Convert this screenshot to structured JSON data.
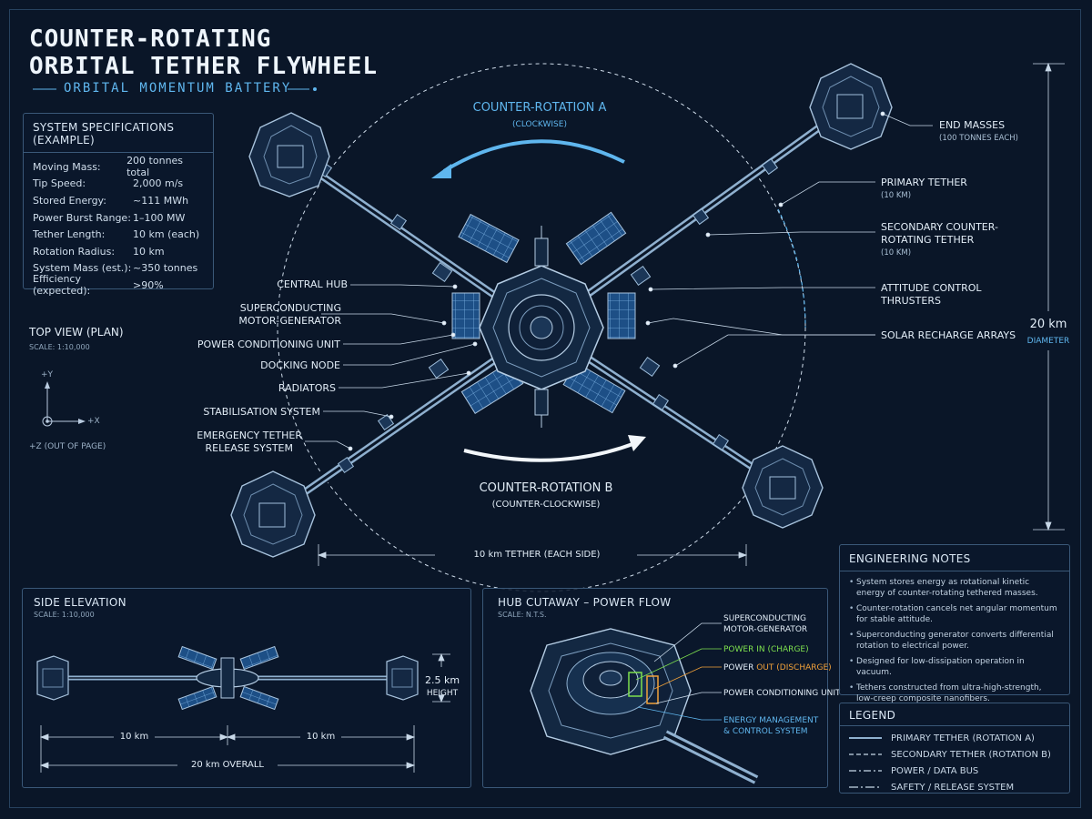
{
  "header": {
    "title_line1": "COUNTER-ROTATING",
    "title_line2": "ORBITAL TETHER FLYWHEEL",
    "subtitle": "ORBITAL MOMENTUM BATTERY"
  },
  "specs": {
    "title": "SYSTEM SPECIFICATIONS (EXAMPLE)",
    "rows": [
      {
        "label": "Moving Mass:",
        "value": "200 tonnes total"
      },
      {
        "label": "Tip Speed:",
        "value": "2,000 m/s"
      },
      {
        "label": "Stored Energy:",
        "value": "~111 MWh"
      },
      {
        "label": "Power Burst Range:",
        "value": "1–100 MW"
      },
      {
        "label": "Tether Length:",
        "value": "10 km (each)"
      },
      {
        "label": "Rotation Radius:",
        "value": "10 km"
      },
      {
        "label": "System Mass (est.):",
        "value": "~350 tonnes"
      },
      {
        "label": "Efficiency (expected):",
        "value": ">90%"
      }
    ]
  },
  "top_view": {
    "title": "TOP VIEW (PLAN)",
    "scale": "SCALE: 1:10,000",
    "axis_y": "+Y",
    "axis_x": "+X",
    "axis_z": "+Z (OUT OF PAGE)"
  },
  "rotation_a": {
    "title": "COUNTER-ROTATION A",
    "sub": "(CLOCKWISE)"
  },
  "rotation_b": {
    "title": "COUNTER-ROTATION B",
    "sub": "(COUNTER-CLOCKWISE)"
  },
  "left_labels": [
    "CENTRAL HUB",
    "SUPERCONDUCTING",
    "MOTOR-GENERATOR",
    "POWER CONDITIONING UNIT",
    "DOCKING NODE",
    "RADIATORS",
    "STABILISATION SYSTEM",
    "EMERGENCY TETHER",
    "RELEASE SYSTEM"
  ],
  "right_labels": {
    "end_masses": "END MASSES",
    "end_masses_sub": "(100 TONNES EACH)",
    "primary_tether": "PRIMARY TETHER",
    "primary_tether_sub": "(10 KM)",
    "secondary_line1": "SECONDARY COUNTER-",
    "secondary_line2": "ROTATING TETHER",
    "secondary_sub": "(10 KM)",
    "attitude_line1": "ATTITUDE CONTROL",
    "attitude_line2": "THRUSTERS",
    "solar": "SOLAR RECHARGE ARRAYS"
  },
  "dimensions": {
    "tether_each": "10 km TETHER (EACH SIDE)",
    "diameter_value": "20 km",
    "diameter_label": "DIAMETER"
  },
  "side_elevation": {
    "title": "SIDE ELEVATION",
    "scale": "SCALE: 1:10,000",
    "left_span": "10 km",
    "right_span": "10 km",
    "overall": "20 km OVERALL",
    "height_value": "2.5 km",
    "height_label": "HEIGHT"
  },
  "hub_cutaway": {
    "title": "HUB CUTAWAY – POWER FLOW",
    "scale": "SCALE: N.T.S.",
    "motor_line1": "SUPERCONDUCTING",
    "motor_line2": "MOTOR-GENERATOR",
    "power_in_a": "POWER ",
    "power_in_b": "IN (CHARGE)",
    "power_out_a": "POWER ",
    "power_out_b": "OUT (DISCHARGE)",
    "pcu": "POWER CONDITIONING UNIT",
    "ems_line1": "ENERGY MANAGEMENT",
    "ems_line2": "& CONTROL SYSTEM"
  },
  "engineering_notes": {
    "title": "ENGINEERING NOTES",
    "items": [
      "System stores energy as rotational kinetic energy of counter-rotating tethered masses.",
      "Counter-rotation cancels net angular momentum for stable attitude.",
      "Superconducting generator converts differential rotation to electrical power.",
      "Designed for low-dissipation operation in vacuum.",
      "Tethers constructed from ultra-high-strength, low-creep composite nanofibers."
    ]
  },
  "legend": {
    "title": "LEGEND",
    "items": [
      {
        "label": "PRIMARY TETHER (ROTATION A)",
        "style": "solid"
      },
      {
        "label": "SECONDARY TETHER (ROTATION B)",
        "style": "dashed"
      },
      {
        "label": "POWER / DATA BUS",
        "style": "dashdot"
      },
      {
        "label": "SAFETY / RELEASE SYSTEM",
        "style": "longdash"
      }
    ]
  },
  "colors": {
    "background": "#0a1628",
    "accent_blue": "#5fb6ee",
    "line": "#8fb0cf",
    "power_in": "#7ee04e",
    "power_out": "#f2a23a"
  }
}
